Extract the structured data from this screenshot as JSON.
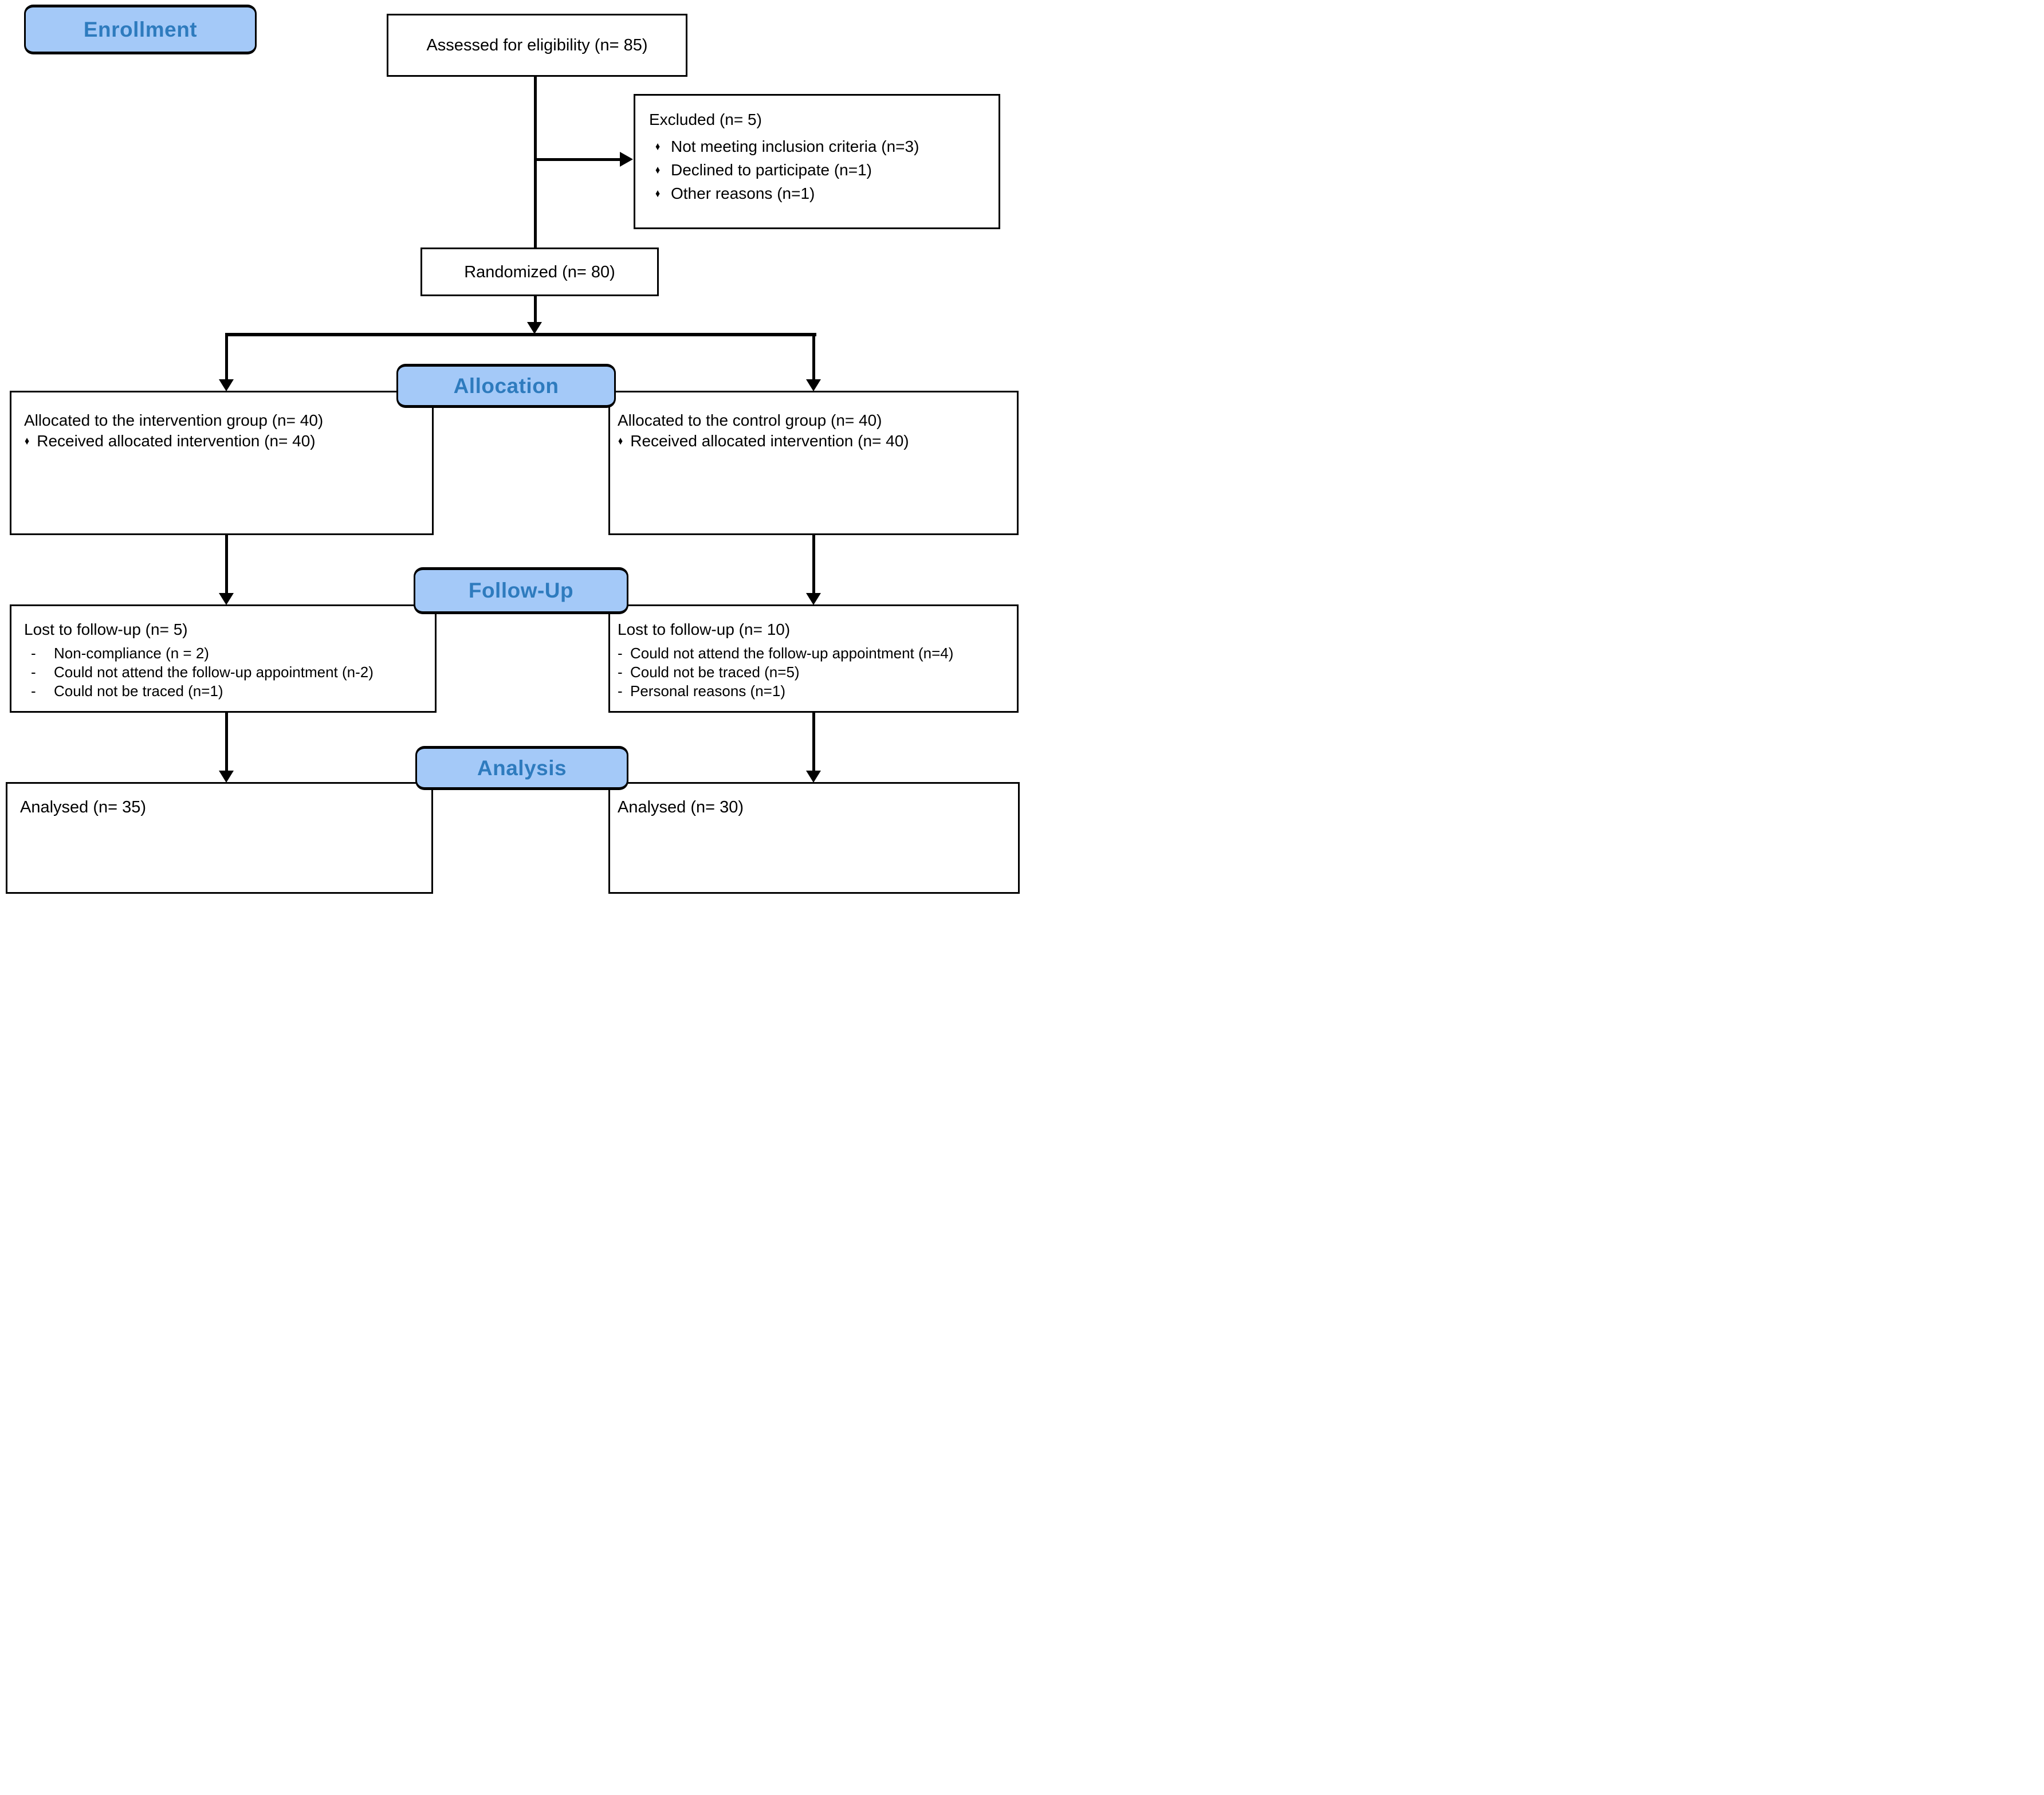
{
  "stages": {
    "enrollment": "Enrollment",
    "allocation": "Allocation",
    "followup": "Follow-Up",
    "analysis": "Analysis"
  },
  "boxes": {
    "assessed": {
      "text": "Assessed for eligibility (n= 85)"
    },
    "excluded": {
      "title": "Excluded (n= 5)",
      "bullet": "♦",
      "items": [
        "Not meeting inclusion criteria (n=3)",
        "Declined to participate (n=1)",
        "Other reasons (n=1)"
      ]
    },
    "randomized": {
      "text": "Randomized (n= 80)"
    },
    "alloc_left": {
      "title": "Allocated to the intervention group (n= 40)",
      "bullet": "♦",
      "items": [
        "Received allocated intervention (n= 40)"
      ]
    },
    "alloc_right": {
      "title": "Allocated to the control group (n= 40)",
      "bullet": "♦",
      "items": [
        "Received allocated intervention (n= 40)"
      ]
    },
    "followup_left": {
      "title": "Lost to follow-up (n= 5)",
      "bullet": "-",
      "items": [
        "Non-compliance (n = 2)",
        "Could not attend the follow-up appointment (n-2)",
        "Could not be traced (n=1)"
      ]
    },
    "followup_right": {
      "title": "Lost to follow-up (n= 10)",
      "bullet": "-",
      "items": [
        "Could not attend the follow-up appointment (n=4)",
        "Could not be traced (n=5)",
        "Personal reasons (n=1)"
      ]
    },
    "analysis_left": {
      "text": "Analysed (n= 35)"
    },
    "analysis_right": {
      "text": "Analysed (n= 30)"
    }
  },
  "colors": {
    "label_fill": "#A4C9F8",
    "label_text": "#2E7BBE",
    "line": "#000000"
  }
}
